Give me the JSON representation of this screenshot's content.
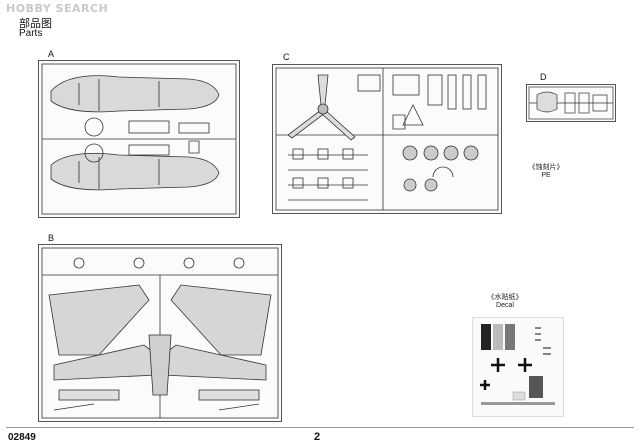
{
  "watermark": "HOBBY SEARCH",
  "header": {
    "title_cn": "部品图",
    "title_en": "Parts"
  },
  "sprues": [
    {
      "id": "A",
      "label": "A"
    },
    {
      "id": "B",
      "label": "B"
    },
    {
      "id": "C",
      "label": "C"
    },
    {
      "id": "D",
      "label": "D"
    }
  ],
  "photo_etch": {
    "label_cn": "《蚀刻片》",
    "label_en": "PE"
  },
  "decal": {
    "label_cn": "《水贴纸》",
    "label_en": "Decal"
  },
  "footer": {
    "product_code": "02849",
    "page_number": "2"
  }
}
